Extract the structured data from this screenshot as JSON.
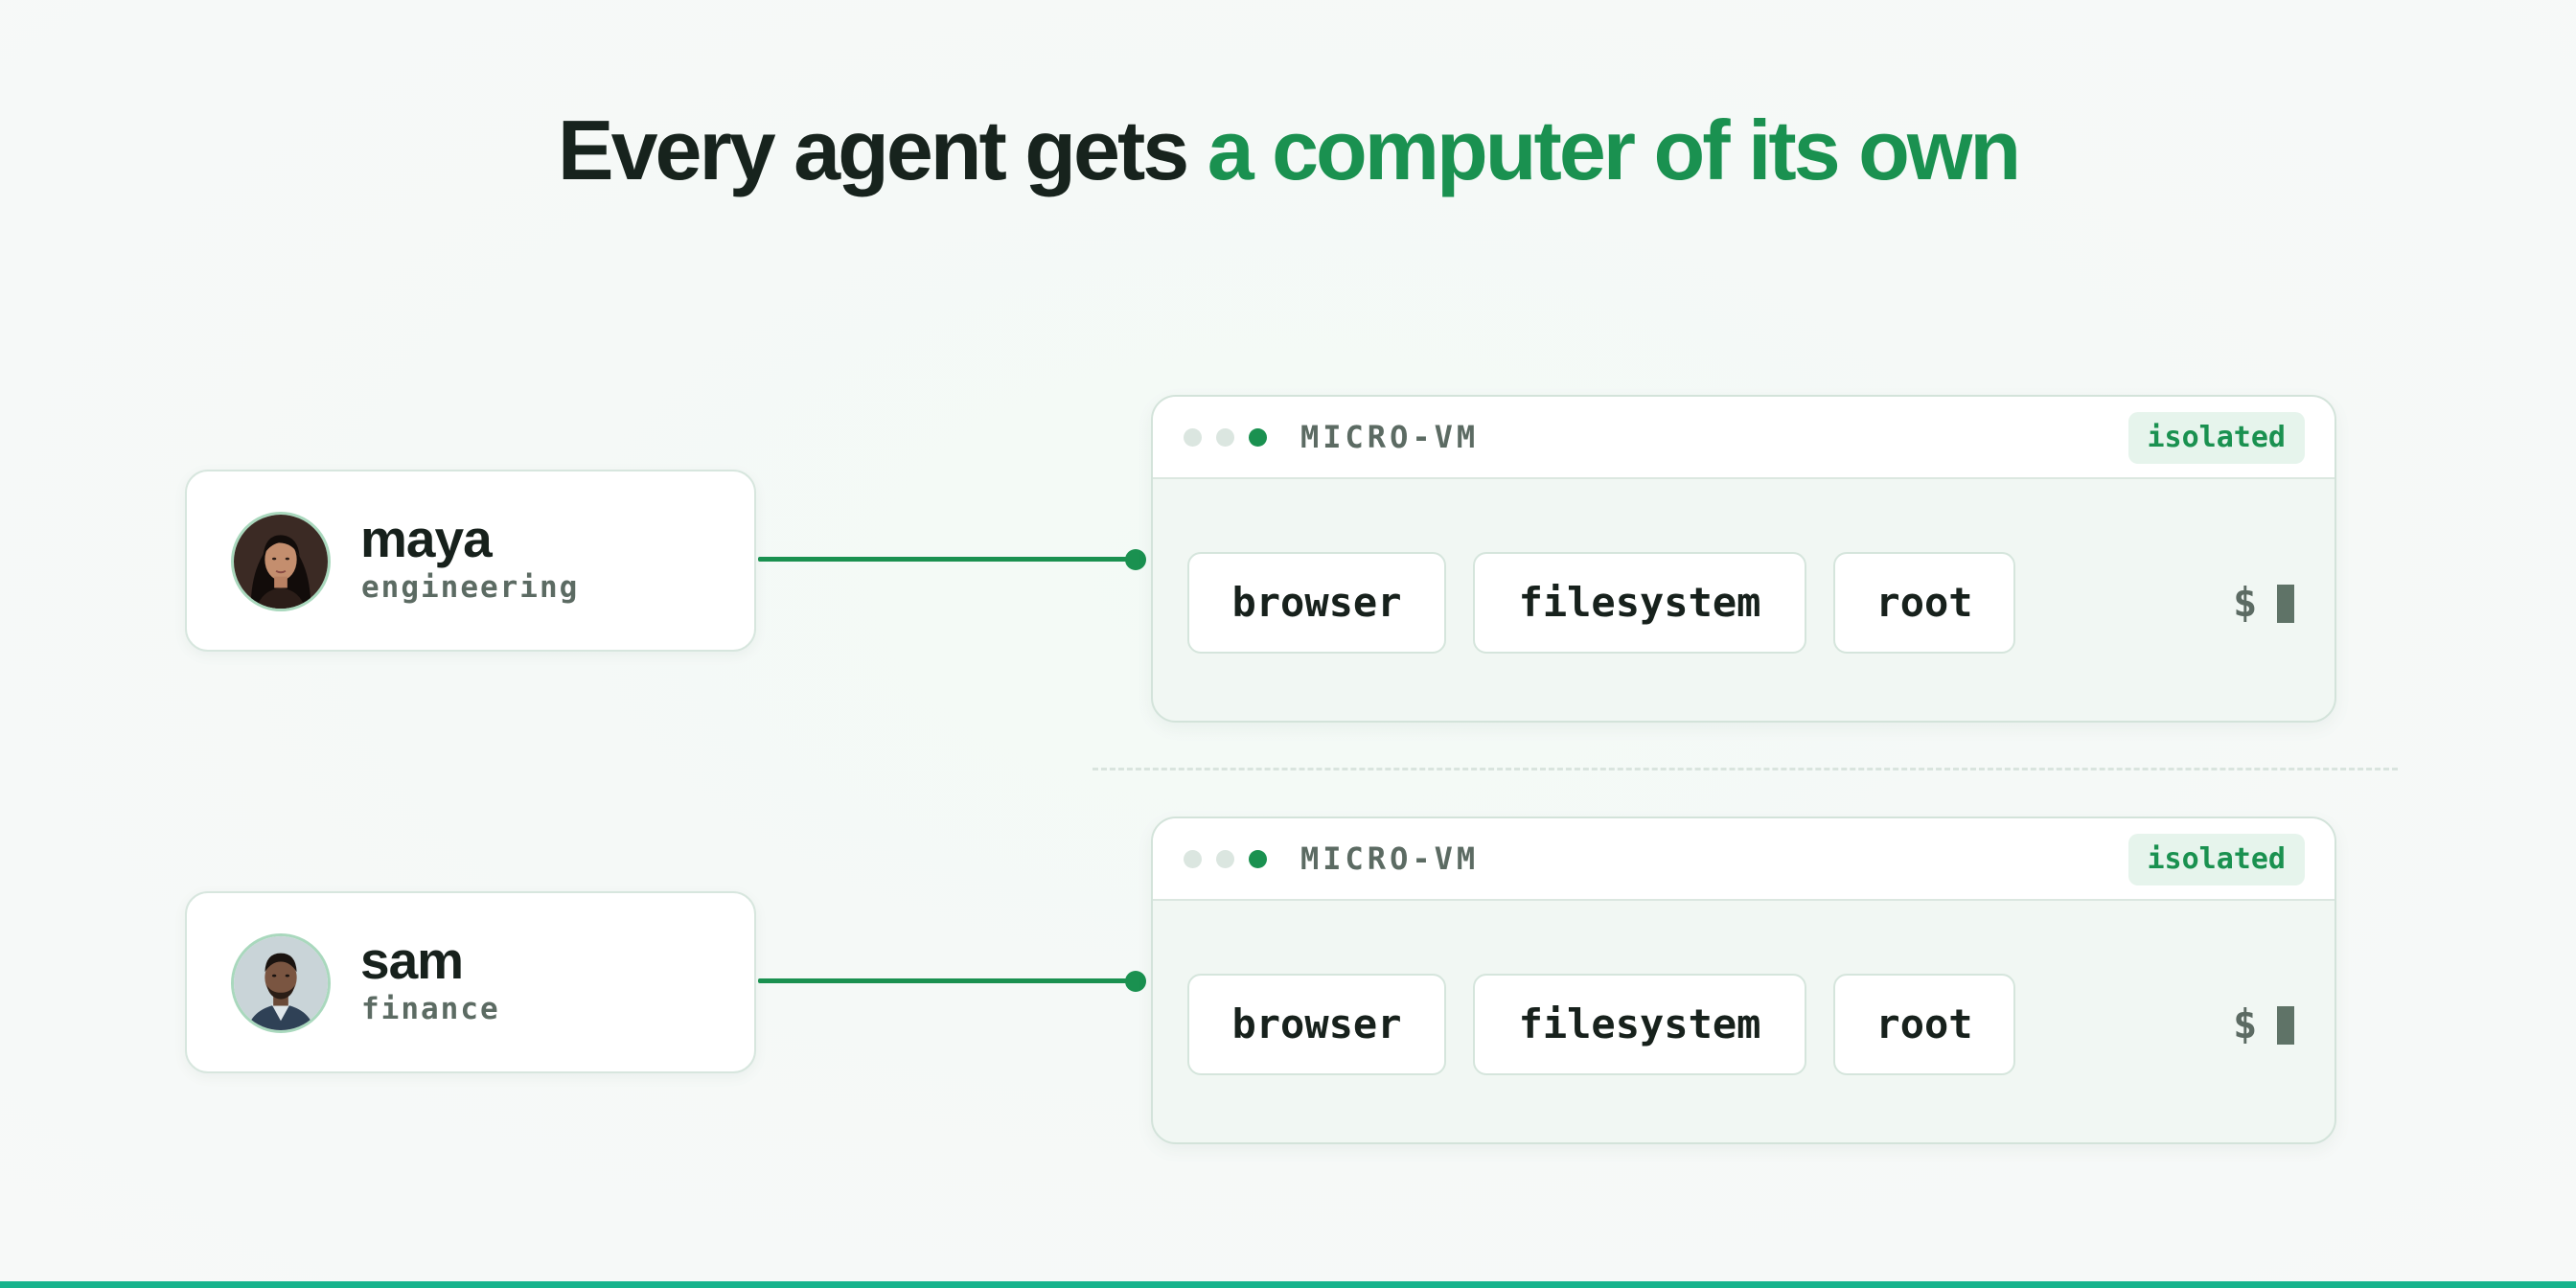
{
  "headline": {
    "lead": "Every agent gets",
    "accent": "a computer of its own"
  },
  "colors": {
    "accent": "#1a9150",
    "text_dark": "#17211c",
    "text_muted": "#5c6b63",
    "bottom_bar": "#17b38c"
  },
  "agents": [
    {
      "name": "maya",
      "team": "engineering",
      "vm": {
        "title": "MICRO-VM",
        "badge": "isolated",
        "chips": [
          "browser",
          "filesystem",
          "root"
        ],
        "prompt": "$"
      }
    },
    {
      "name": "sam",
      "team": "finance",
      "vm": {
        "title": "MICRO-VM",
        "badge": "isolated",
        "chips": [
          "browser",
          "filesystem",
          "root"
        ],
        "prompt": "$"
      }
    }
  ]
}
